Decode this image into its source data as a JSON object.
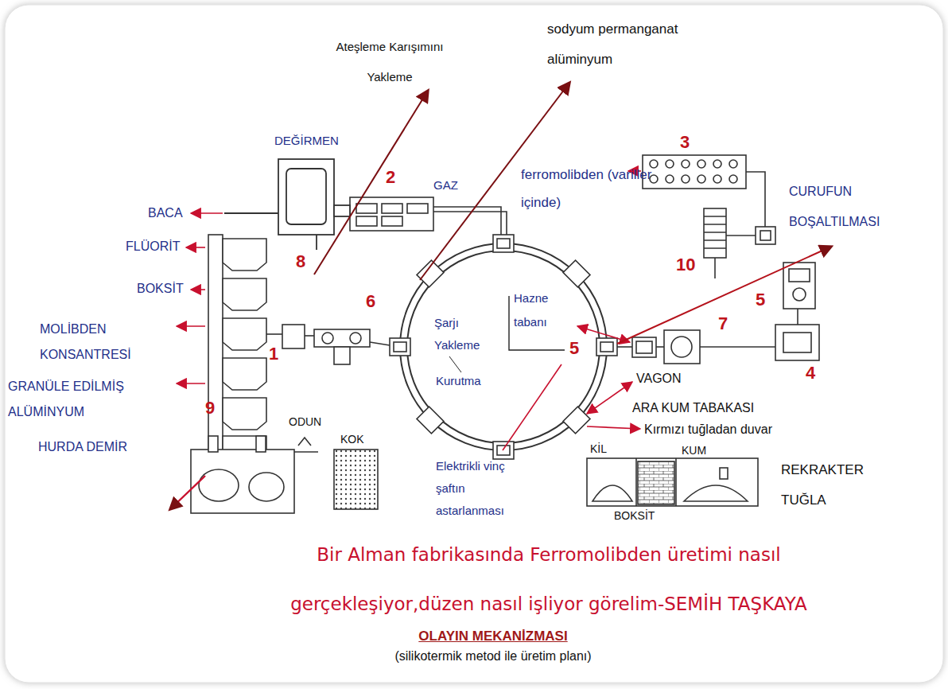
{
  "diagram": {
    "title": "Bir Alman fabrikasında Ferromolibden üretimi nasıl gerçekleşiyor,düzen nasıl işliyor görelim-SEMİH TAŞKAYA",
    "caption": "OLAYIN MEKANİZMASI",
    "labels": [
      "Ateşleme Karışımını Yakleme",
      "sodyum permanganat alüminyum",
      "3",
      "DEĞİRMEN",
      "2",
      "GAZ",
      "ferromolibden (variller içinde)",
      "CURUFUN BOŞALTILMASI",
      "BACA",
      "FLÜORİT",
      "8",
      "10",
      "BOKSİT",
      "5",
      "Hazne tabanı",
      "6",
      "7",
      "MOLİBDEN KONSANTRESİ",
      "Şarjı Yakleme",
      "4",
      "5",
      "1",
      "VAGON",
      "Kurutma",
      "GRANÜLE EDİLMİŞ ALÜMİNYUM",
      "9",
      "ARA KUM TABAKASI",
      "ODUN",
      "Kırmızı tuğladan duvar",
      "HURDA DEMİR",
      "KOK",
      "Elektrikli vinç şaftın astarlanması",
      "KİL",
      "KUM",
      "REKRAKTER TUĞLA",
      "BOKSİT",
      "(silikotermik metod ile üretim planı)"
    ]
  }
}
